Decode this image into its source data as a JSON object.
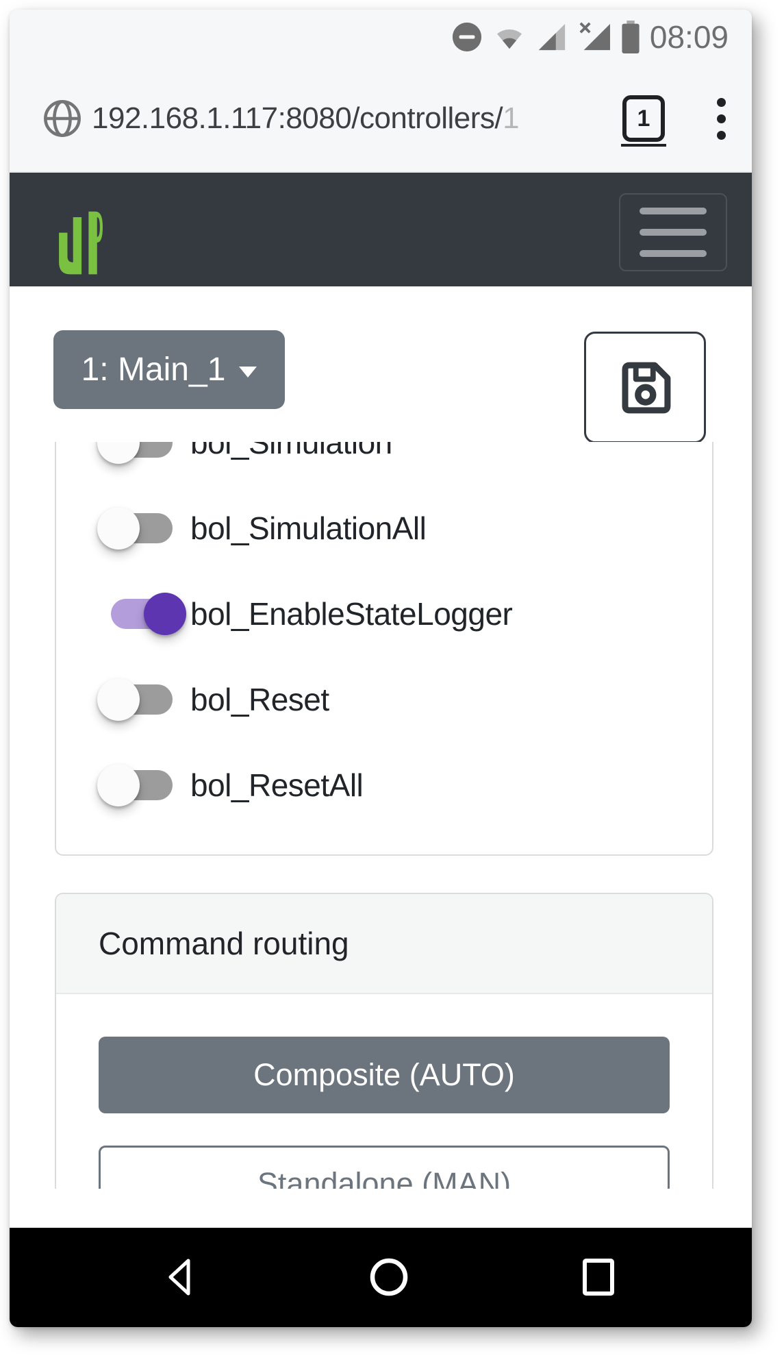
{
  "status_bar": {
    "time": "08:09",
    "icons": [
      "do-not-disturb",
      "wifi-partial",
      "cellular-signal-partial",
      "cellular-no-sim",
      "battery-full"
    ]
  },
  "browser": {
    "url": "192.168.1.117:8080/controllers/",
    "url_truncated": "1",
    "tab_count": "1"
  },
  "app_bar": {
    "logo_text": "UP"
  },
  "toolbar": {
    "controller_selector_label": "1: Main_1",
    "save_icon": "floppy-disk-icon"
  },
  "switches": {
    "items": [
      {
        "label": "bol_Simulation",
        "on": false
      },
      {
        "label": "bol_SimulationAll",
        "on": false
      },
      {
        "label": "bol_EnableStateLogger",
        "on": true
      },
      {
        "label": "bol_Reset",
        "on": false
      },
      {
        "label": "bol_ResetAll",
        "on": false
      }
    ]
  },
  "command_routing": {
    "title": "Command routing",
    "buttons": [
      {
        "label": "Composite (AUTO)",
        "variant": "filled"
      },
      {
        "label": "Standalone (MAN)",
        "variant": "outline"
      }
    ]
  },
  "android_nav": {
    "items": [
      "back",
      "home",
      "recents"
    ]
  },
  "colors": {
    "accent_green": "#7ac142",
    "secondary": "#6c757d",
    "navbar_bg": "#343a40",
    "switch_on_track": "#b39ddb",
    "switch_on_thumb": "#5e35b1",
    "switch_off_track": "#9c9c9c"
  }
}
